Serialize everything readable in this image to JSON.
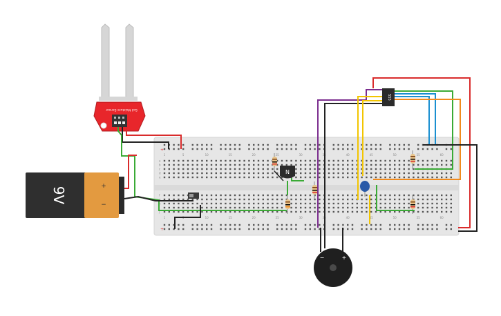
{
  "sensor": {
    "name": "Soil Moisture Sensor",
    "board_color": "#e8262b"
  },
  "battery": {
    "label": "9V",
    "plus": "+",
    "minus": "−"
  },
  "transistor": {
    "label": "N"
  },
  "ic": {
    "label": "555"
  },
  "piezo": {
    "minus": "−",
    "plus": "+"
  },
  "breadboard": {
    "col_numbers": [
      "1",
      "5",
      "10",
      "15",
      "20",
      "25",
      "30",
      "35",
      "40",
      "45",
      "50",
      "55",
      "60"
    ],
    "row_letters_top": [
      "a",
      "b",
      "c",
      "d",
      "e"
    ],
    "row_letters_bottom": [
      "f",
      "g",
      "h",
      "i",
      "j"
    ],
    "rail_plus": "+",
    "rail_minus": "−"
  },
  "colors": {
    "wire_red": "#d92b2b",
    "wire_black": "#222222",
    "wire_green": "#3aaa35",
    "wire_purple": "#7b2d8e",
    "wire_yellow": "#f2c500",
    "wire_blue": "#1a8fd0",
    "wire_orange": "#f08a1c",
    "breadboard": "#e6e6e6"
  }
}
